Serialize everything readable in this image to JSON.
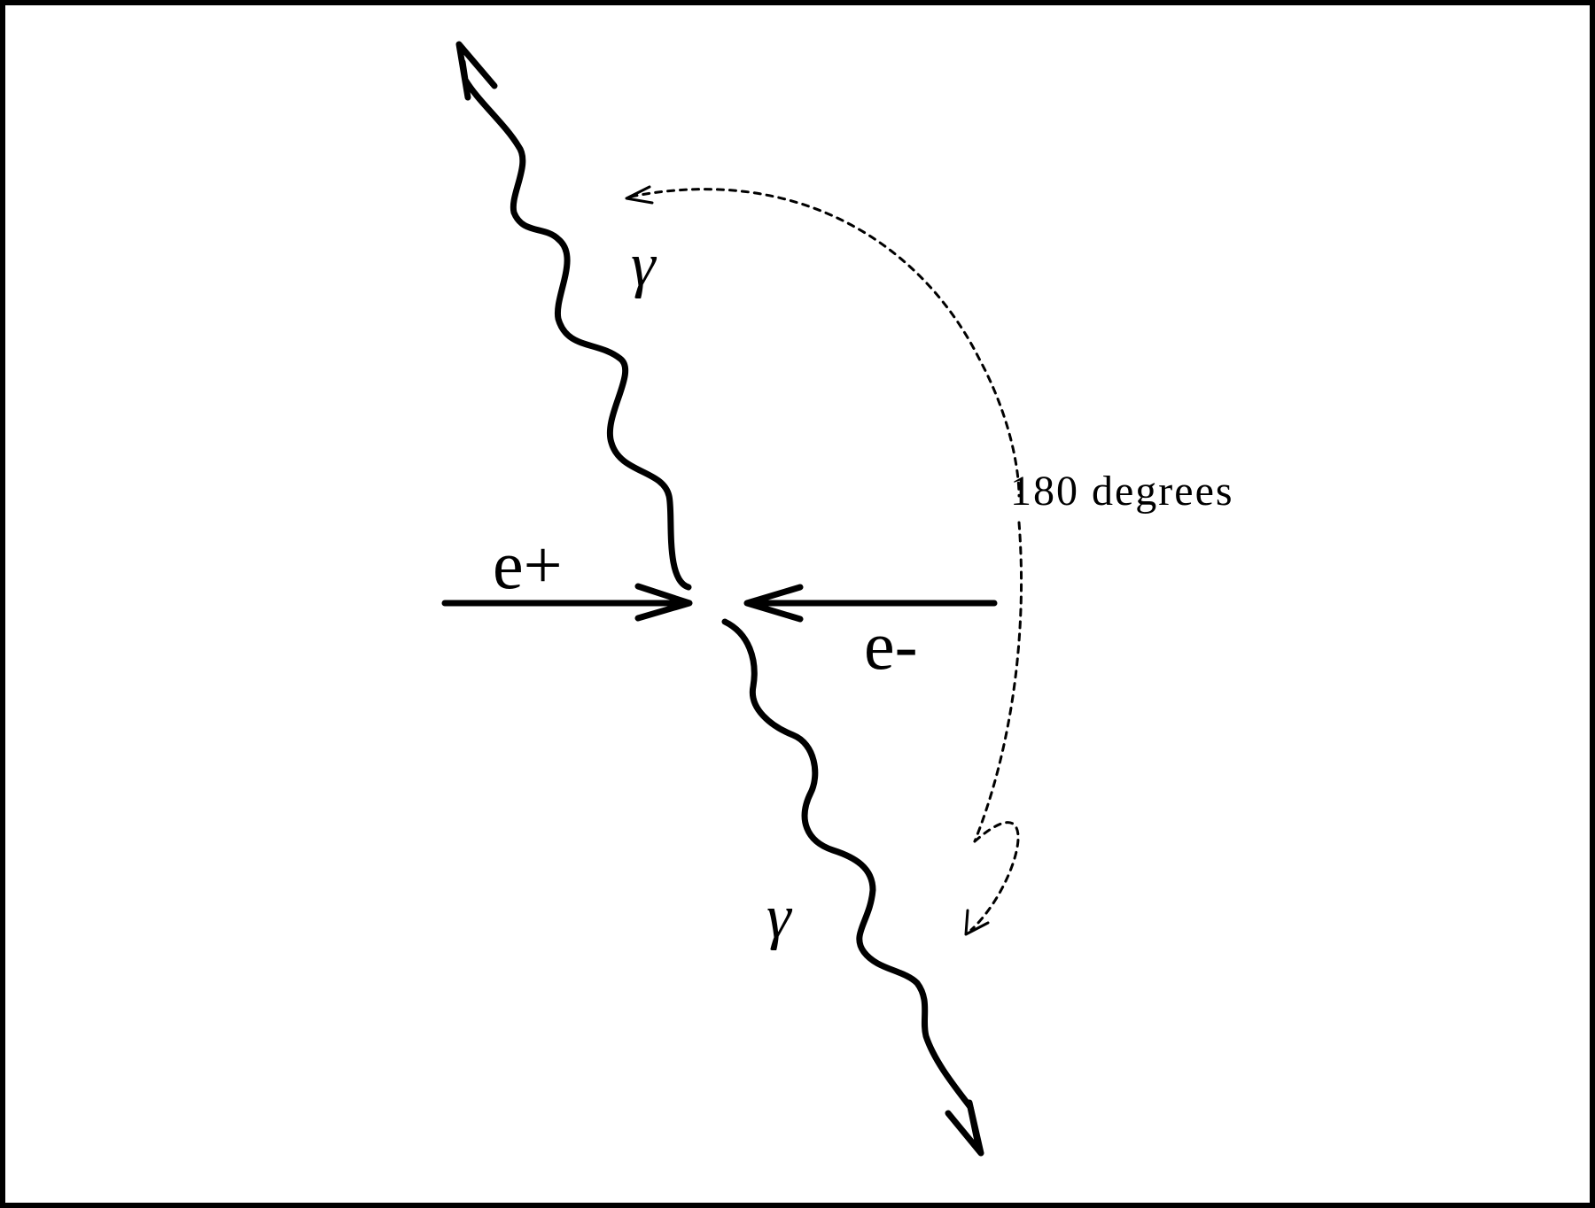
{
  "particles": {
    "positron": "e+",
    "electron": "e-",
    "photon_upper": "γ",
    "photon_lower": "γ"
  },
  "angle_label": "180 degrees"
}
